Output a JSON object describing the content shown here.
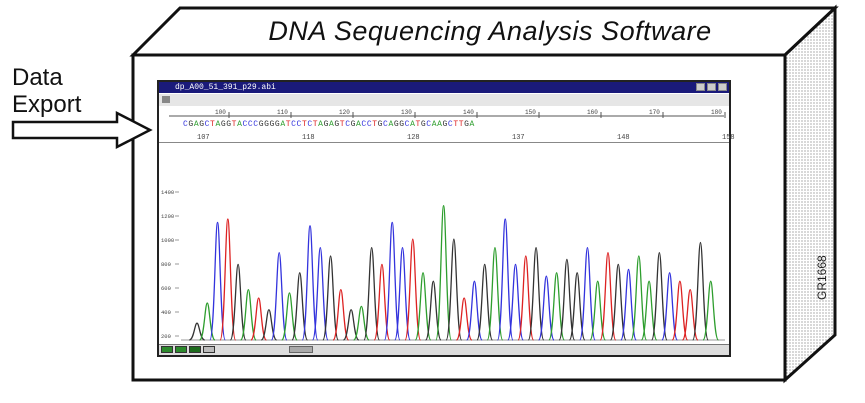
{
  "arrow_label": [
    "Data",
    "Export"
  ],
  "box_title": "DNA Sequencing Analysis Software",
  "figure_code": "GR1668",
  "window": {
    "title": "dp_A00_51_391_p29.abi",
    "ruler_ticks": [
      "100",
      "110",
      "120",
      "130",
      "140",
      "150",
      "160",
      "170",
      "180"
    ],
    "sequence": "CGAGCTAGGTACCCGGGGATCCTCTAGAGTCGACCTGCAGGCATGCAAGCTTGA",
    "position_labels": [
      "107",
      "118",
      "128",
      "137",
      "148",
      "158"
    ],
    "y_axis_labels": [
      "1400",
      "1200",
      "1000",
      "800",
      "600",
      "400",
      "200"
    ]
  },
  "base_colors": {
    "A": "#2e9e2e",
    "C": "#3333dd",
    "G": "#333333",
    "T": "#dd2222"
  },
  "peaks": [
    {
      "base": "G",
      "h": 0.1
    },
    {
      "base": "A",
      "h": 0.22
    },
    {
      "base": "C",
      "h": 0.7
    },
    {
      "base": "T",
      "h": 0.72
    },
    {
      "base": "G",
      "h": 0.45
    },
    {
      "base": "A",
      "h": 0.3
    },
    {
      "base": "T",
      "h": 0.25
    },
    {
      "base": "G",
      "h": 0.18
    },
    {
      "base": "C",
      "h": 0.52
    },
    {
      "base": "A",
      "h": 0.28
    },
    {
      "base": "G",
      "h": 0.4
    },
    {
      "base": "C",
      "h": 0.68
    },
    {
      "base": "C",
      "h": 0.55
    },
    {
      "base": "G",
      "h": 0.5
    },
    {
      "base": "T",
      "h": 0.3
    },
    {
      "base": "G",
      "h": 0.18
    },
    {
      "base": "A",
      "h": 0.2
    },
    {
      "base": "G",
      "h": 0.55
    },
    {
      "base": "T",
      "h": 0.45
    },
    {
      "base": "C",
      "h": 0.7
    },
    {
      "base": "C",
      "h": 0.55
    },
    {
      "base": "T",
      "h": 0.6
    },
    {
      "base": "A",
      "h": 0.4
    },
    {
      "base": "G",
      "h": 0.35
    },
    {
      "base": "A",
      "h": 0.8
    },
    {
      "base": "G",
      "h": 0.6
    },
    {
      "base": "T",
      "h": 0.25
    },
    {
      "base": "C",
      "h": 0.35
    },
    {
      "base": "G",
      "h": 0.45
    },
    {
      "base": "A",
      "h": 0.55
    },
    {
      "base": "C",
      "h": 0.72
    },
    {
      "base": "C",
      "h": 0.45
    },
    {
      "base": "T",
      "h": 0.5
    },
    {
      "base": "G",
      "h": 0.55
    },
    {
      "base": "C",
      "h": 0.38
    },
    {
      "base": "A",
      "h": 0.4
    },
    {
      "base": "G",
      "h": 0.48
    },
    {
      "base": "G",
      "h": 0.4
    },
    {
      "base": "C",
      "h": 0.55
    },
    {
      "base": "A",
      "h": 0.35
    },
    {
      "base": "T",
      "h": 0.52
    },
    {
      "base": "G",
      "h": 0.45
    },
    {
      "base": "C",
      "h": 0.42
    },
    {
      "base": "A",
      "h": 0.5
    },
    {
      "base": "A",
      "h": 0.35
    },
    {
      "base": "G",
      "h": 0.52
    },
    {
      "base": "C",
      "h": 0.4
    },
    {
      "base": "T",
      "h": 0.35
    },
    {
      "base": "T",
      "h": 0.3
    },
    {
      "base": "G",
      "h": 0.58
    },
    {
      "base": "A",
      "h": 0.35
    }
  ]
}
